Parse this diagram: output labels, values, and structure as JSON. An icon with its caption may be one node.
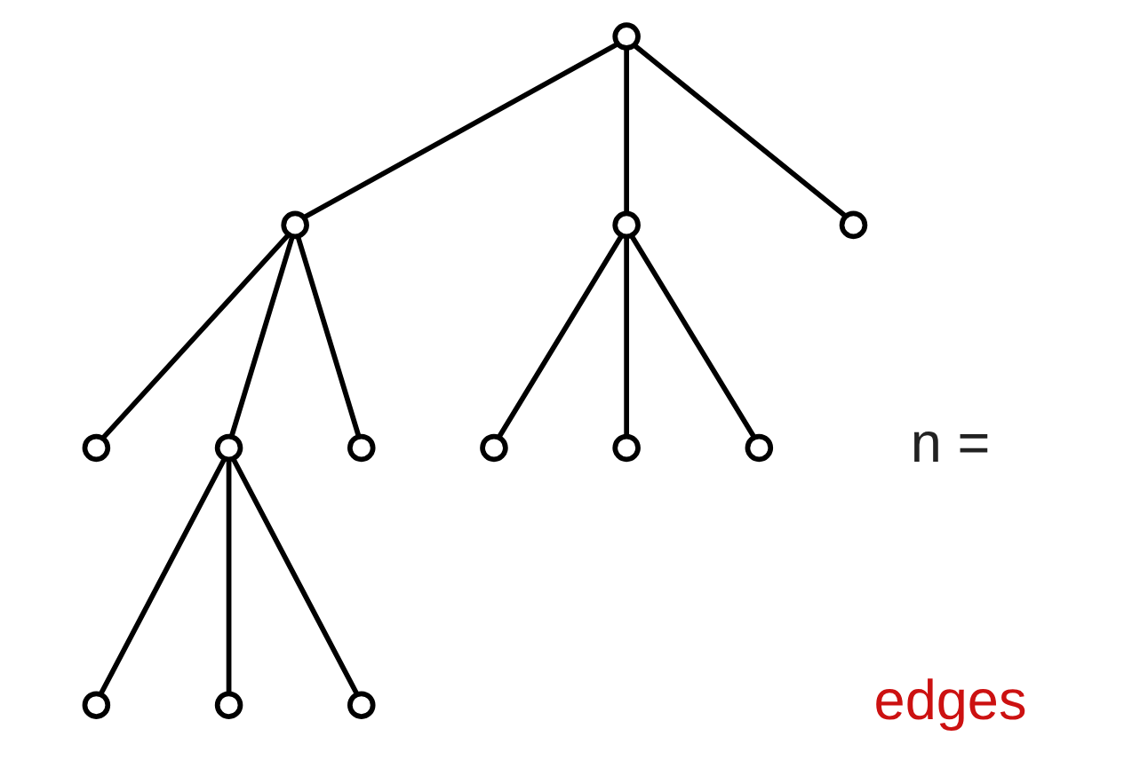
{
  "diagram": {
    "nodes": [
      {
        "text": [],
        "shape": "circle"
      },
      {
        "text": [],
        "shape": "circle"
      },
      {
        "text": [],
        "shape": "circle"
      },
      {
        "text": [],
        "shape": "circle"
      },
      {
        "text": [],
        "shape": "circle"
      },
      {
        "text": [],
        "shape": "circle"
      },
      {
        "text": [],
        "shape": "circle"
      },
      {
        "text": [],
        "shape": "circle"
      },
      {
        "text": [],
        "shape": "circle"
      },
      {
        "text": [],
        "shape": "circle"
      },
      {
        "text": [],
        "shape": "circle"
      },
      {
        "text": [],
        "shape": "circle"
      },
      {
        "text": [],
        "shape": "circle"
      }
    ],
    "edges": [
      {
        "from": 0,
        "to": 1,
        "arrow": "none"
      },
      {
        "from": 0,
        "to": 2,
        "arrow": "none"
      },
      {
        "from": 0,
        "to": 3,
        "arrow": "none"
      },
      {
        "from": 1,
        "to": 4,
        "arrow": "none"
      },
      {
        "from": 1,
        "to": 5,
        "arrow": "none"
      },
      {
        "from": 1,
        "to": 6,
        "arrow": "none"
      },
      {
        "from": 2,
        "to": 7,
        "arrow": "none"
      },
      {
        "from": 2,
        "to": 8,
        "arrow": "none"
      },
      {
        "from": 2,
        "to": 9,
        "arrow": "none"
      },
      {
        "from": 5,
        "to": 10,
        "arrow": "none"
      },
      {
        "from": 5,
        "to": 11,
        "arrow": "none"
      },
      {
        "from": 5,
        "to": 12,
        "arrow": "none"
      }
    ],
    "labels": [
      "n =",
      "edges"
    ]
  }
}
